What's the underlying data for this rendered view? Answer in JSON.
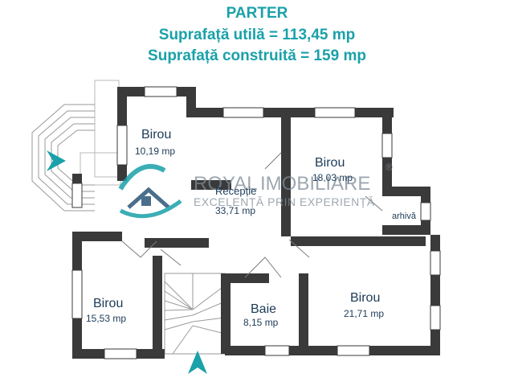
{
  "header": {
    "title": "PARTER",
    "usable_area": "Suprafață utilă = 113,45 mp",
    "built_area": "Suprafață construită = 159 mp"
  },
  "rooms": [
    {
      "name": "Birou",
      "area": "10,19 mp"
    },
    {
      "name": "Birou",
      "area": "18,03 mp"
    },
    {
      "name": "Recepție",
      "area": "33,71 mp"
    },
    {
      "name": "arhivă",
      "area": ""
    },
    {
      "name": "Birou",
      "area": "15,53 mp"
    },
    {
      "name": "Baie",
      "area": "8,15 mp"
    },
    {
      "name": "Birou",
      "area": "21,71 mp"
    }
  ],
  "watermark": {
    "brand_left": "ROYAL",
    "brand_right": "IMOBILIARE",
    "registered": "®",
    "slogan": "EXCELENȚĂ PRIN EXPERIENȚĂ"
  },
  "colors": {
    "wall": "#3a3a3a",
    "heading": "#1aa1a9",
    "label": "#1c3a57",
    "entrance": "#1aa1a9",
    "logo": "#1aa1a9"
  }
}
